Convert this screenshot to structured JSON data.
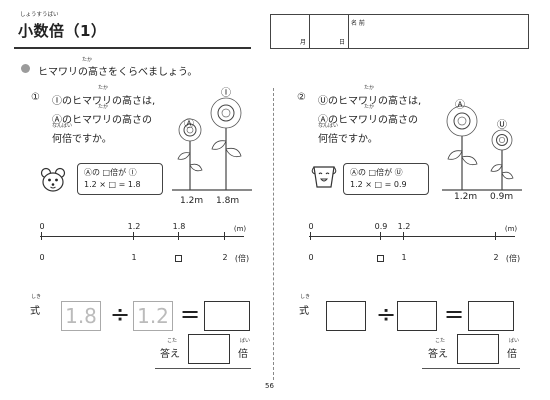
{
  "header": {
    "title": "小数倍（1）",
    "title_ruby": "しょうすうばい",
    "name_label": "名 前",
    "month_label": "月",
    "day_label": "日"
  },
  "intro": {
    "text": "ヒマワリの高さをくらべましょう。",
    "ruby": "たか"
  },
  "problem1": {
    "number": "①",
    "line1": "Ⓘのヒマワリの高さは,",
    "line2": "Ⓐのヒマワリの高さの",
    "line3": "何倍ですか。",
    "ruby_taka": "たか",
    "ruby_nanbai": "なんばい",
    "bubble_line1": "Ⓐの □倍が Ⓘ",
    "bubble_line2": "1.2 × □ = 1.8",
    "flower_a_label": "Ⓐ",
    "flower_i_label": "Ⓘ",
    "flower_a_height": "1.2m",
    "flower_i_height": "1.8m",
    "numberline_top": [
      "0",
      "1.2",
      "1.8",
      "(m)"
    ],
    "numberline_bottom": [
      "0",
      "1",
      "",
      "2",
      "(倍)"
    ],
    "shiki_label": "式",
    "shiki_ruby": "しき",
    "trace_a": "1.8",
    "op_div": "÷",
    "trace_b": "1.2",
    "op_eq": "=",
    "answer_label": "答え",
    "answer_ruby": "こた",
    "answer_unit": "倍",
    "answer_unit_ruby": "ばい"
  },
  "problem2": {
    "number": "②",
    "line1": "Ⓤのヒマワリの高さは,",
    "line2": "Ⓐのヒマワリの高さの",
    "line3": "何倍ですか。",
    "bubble_line1": "Ⓐの □倍が Ⓤ",
    "bubble_line2": "1.2 × □ = 0.9",
    "flower_a_label": "Ⓐ",
    "flower_u_label": "Ⓤ",
    "flower_a_height": "1.2m",
    "flower_u_height": "0.9m",
    "numberline_top": [
      "0",
      "0.9",
      "1.2",
      "(m)"
    ],
    "numberline_bottom": [
      "0",
      "",
      "1",
      "2",
      "(倍)"
    ],
    "shiki_label": "式",
    "op_div": "÷",
    "op_eq": "=",
    "answer_label": "答え",
    "answer_unit": "倍"
  },
  "footer": {
    "page_number": "56"
  }
}
